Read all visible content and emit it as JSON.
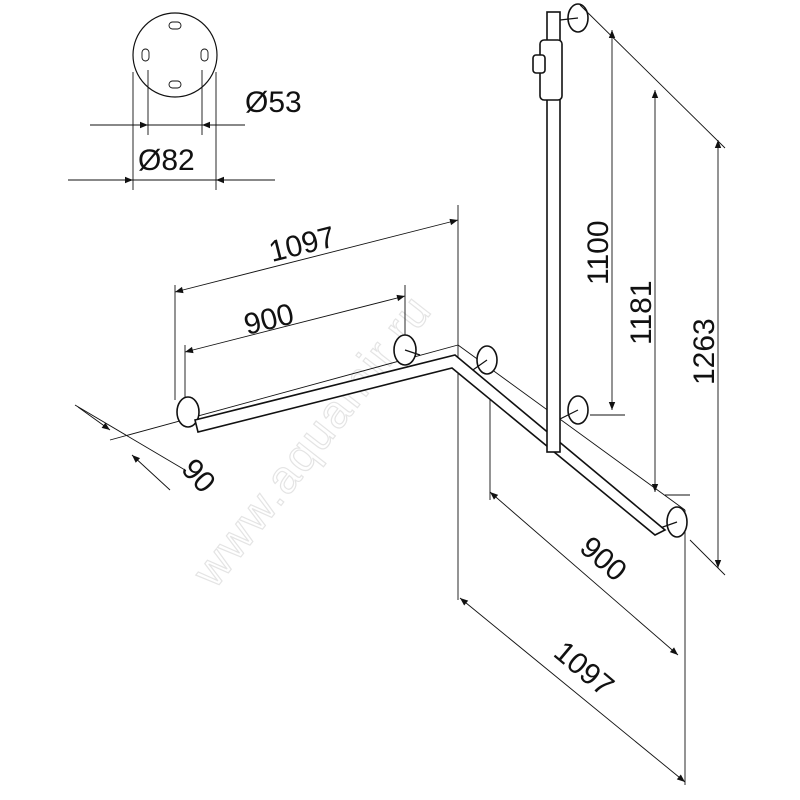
{
  "watermark": "www.aquamir.ru",
  "dimensions": {
    "flange_inner": "Ø53",
    "flange_outer": "Ø82",
    "left_total": "1097",
    "left_bar": "900",
    "wall_offset": "90",
    "vertical_1": "1100",
    "vertical_2": "1181",
    "vertical_3": "1263",
    "right_bar": "900",
    "right_total": "1097"
  }
}
